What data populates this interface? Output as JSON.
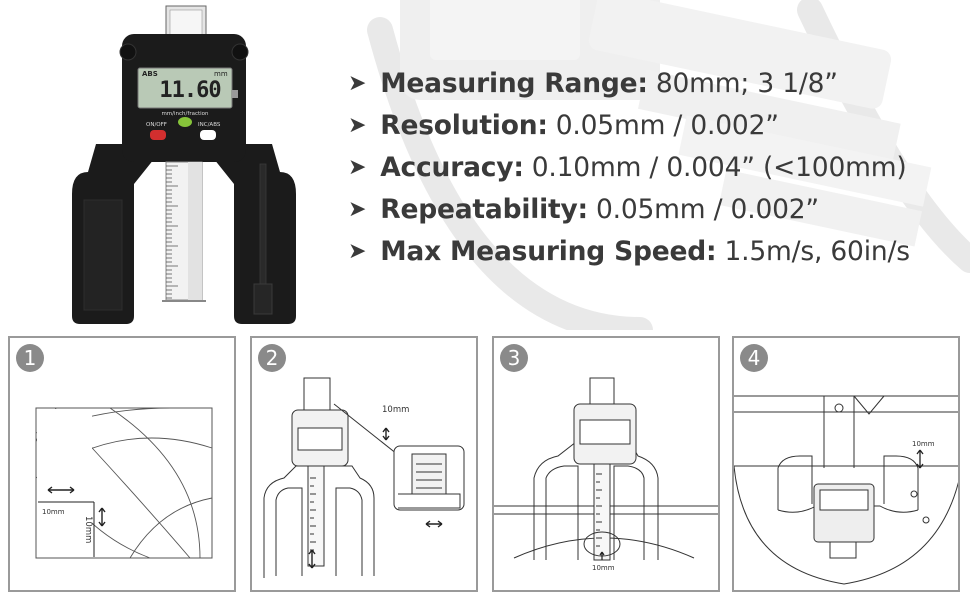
{
  "specs": [
    {
      "label": "Measuring Range:",
      "value": "80mm; 3 1/8”"
    },
    {
      "label": "Resolution:",
      "value": "0.05mm / 0.002”"
    },
    {
      "label": "Accuracy:",
      "value": "0.10mm / 0.004” (<100mm)"
    },
    {
      "label": "Repeatability:",
      "value": "0.05mm / 0.002”"
    },
    {
      "label": "Max Measuring Speed:",
      "value": "1.5m/s, 60in/s"
    }
  ],
  "arrow": "➤",
  "device": {
    "mode": "ABS",
    "unit": "mm",
    "reading": "11.60",
    "units_label": "mm/inch/fraction",
    "on_off_label": "ON/OFF",
    "inc_abs_label": "INC/ABS"
  },
  "steps": [
    {
      "number": "1",
      "measure_h": "10mm",
      "measure_v": "10mm"
    },
    {
      "number": "2",
      "measure": "10mm"
    },
    {
      "number": "3",
      "measure": "10mm"
    },
    {
      "number": "4",
      "measure": "10mm"
    }
  ],
  "colors": {
    "text": "#3a3a3a",
    "badge": "#8a8a8a",
    "panel_border": "#9a9a9a",
    "device_body": "#1b1b1b",
    "lcd": "#b9c9b6"
  }
}
